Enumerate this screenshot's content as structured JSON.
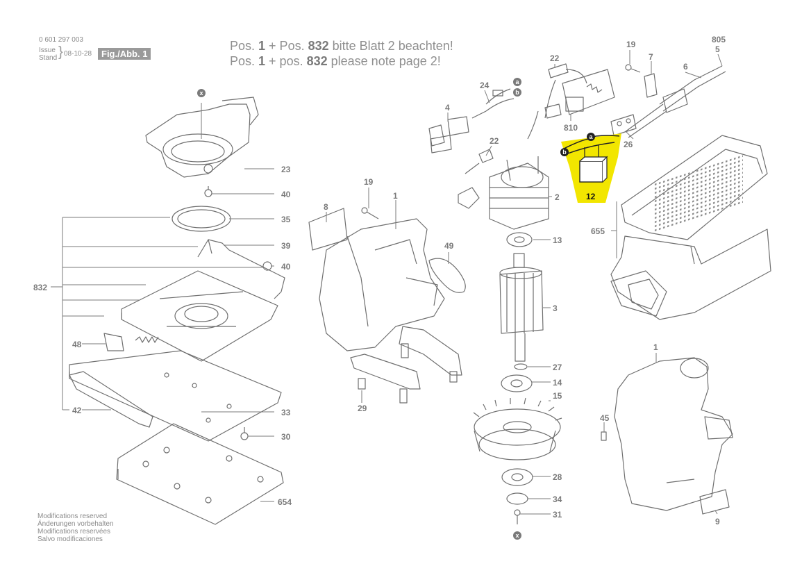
{
  "header": {
    "doc_number": "0 601 297 003",
    "issue_label": "Issue",
    "stand_label": "Stand",
    "date": "08-10-28",
    "figure_label": "Fig./Abb. 1",
    "note_de": {
      "pre": "Pos. ",
      "p1": "1",
      "mid": " + Pos. ",
      "p2": "832",
      "post": " bitte Blatt 2 beachten!"
    },
    "note_en": {
      "pre": "Pos. ",
      "p1": "1",
      "mid": " + pos. ",
      "p2": "832",
      "post": " please note page 2!"
    }
  },
  "footer": {
    "lines": [
      "Modifications reserved",
      "Änderungen vorbehalten",
      "Modifications reservées",
      "Salvo modificaciones"
    ]
  },
  "highlight": {
    "part": "12",
    "color": "#f2e600"
  },
  "part_labels": [
    "x",
    "23",
    "40",
    "35",
    "39",
    "40",
    "832",
    "48",
    "42",
    "33",
    "30",
    "654",
    "19",
    "8",
    "1",
    "49",
    "29",
    "24",
    "4",
    "22",
    "2",
    "13",
    "3",
    "27",
    "14",
    "15",
    "28",
    "34",
    "31",
    "x",
    "22",
    "810",
    "19",
    "7",
    "805",
    "5",
    "6",
    "26",
    "655",
    "1",
    "45",
    "9"
  ],
  "callouts": [
    "a",
    "b",
    "a",
    "b"
  ]
}
